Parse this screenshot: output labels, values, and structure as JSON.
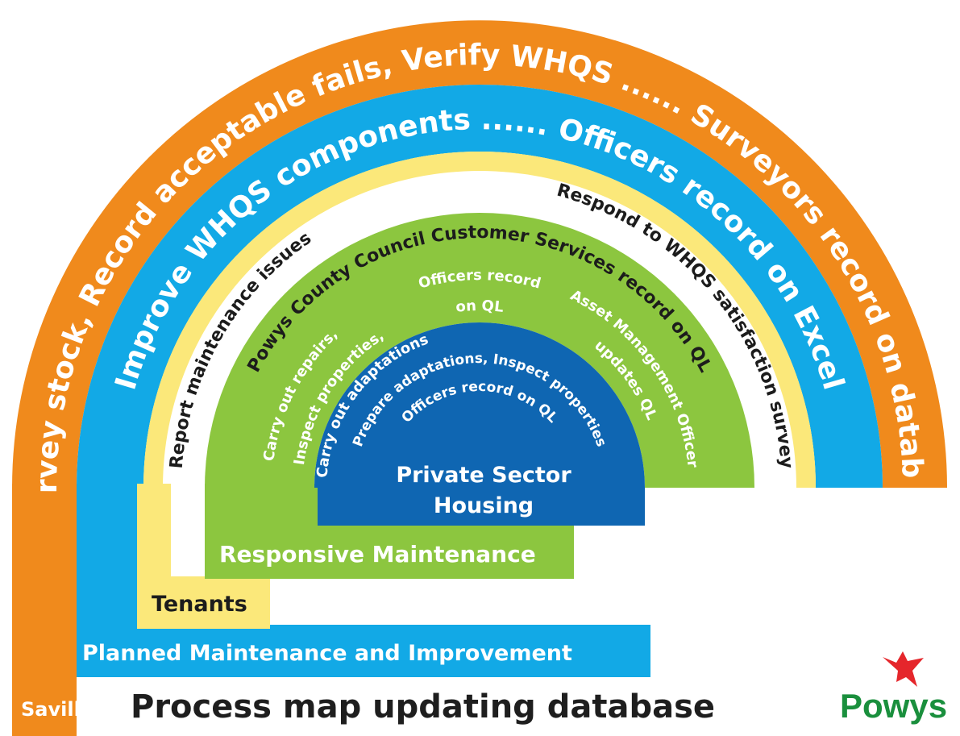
{
  "footer": {
    "title": "Process map updating database",
    "brand_tab": "Savills",
    "logo_word": "Powys"
  },
  "bands": [
    {
      "id": "savills",
      "color": "#f08a1c",
      "label": "",
      "arc_text": [
        "Survey stock, Record acceptable fails, Verify WHQS ...... Surveyors record on database"
      ]
    },
    {
      "id": "planned",
      "color": "#12a9e6",
      "label": "Planned Maintenance and Improvement",
      "arc_text": [
        "Improve WHQS components ...... Officers record on Excel"
      ]
    },
    {
      "id": "tenants",
      "color": "#fbe87a",
      "label": "Tenants",
      "arc_text": [
        "Report maintenance issues",
        "Respond to WHQS satisfaction survey"
      ]
    },
    {
      "id": "customer-services",
      "color": "#ffffff",
      "label": "",
      "arc_text": [
        "Powys County Council Customer Services record on QL"
      ]
    },
    {
      "id": "responsive",
      "color": "#8cc63f",
      "label": "Responsive Maintenance",
      "arc_text": [
        "Carry out repairs,",
        "Inspect properties,",
        "Carry out adaptations",
        "Officers record",
        "on QL",
        "Asset Management Officer",
        "updates QL"
      ]
    },
    {
      "id": "private-sector",
      "color": "#0f66b2",
      "label_lines": [
        "Private Sector",
        "Housing"
      ],
      "arc_text": [
        "Prepare adaptations, Inspect properties",
        "Officers record on QL"
      ]
    }
  ],
  "colors": {
    "logo_bird": "#e5262b",
    "logo_word": "#1a8f3d",
    "footer_text": "#1e1e1e",
    "dark_text": "#1c1c1c",
    "white_text": "#ffffff"
  }
}
